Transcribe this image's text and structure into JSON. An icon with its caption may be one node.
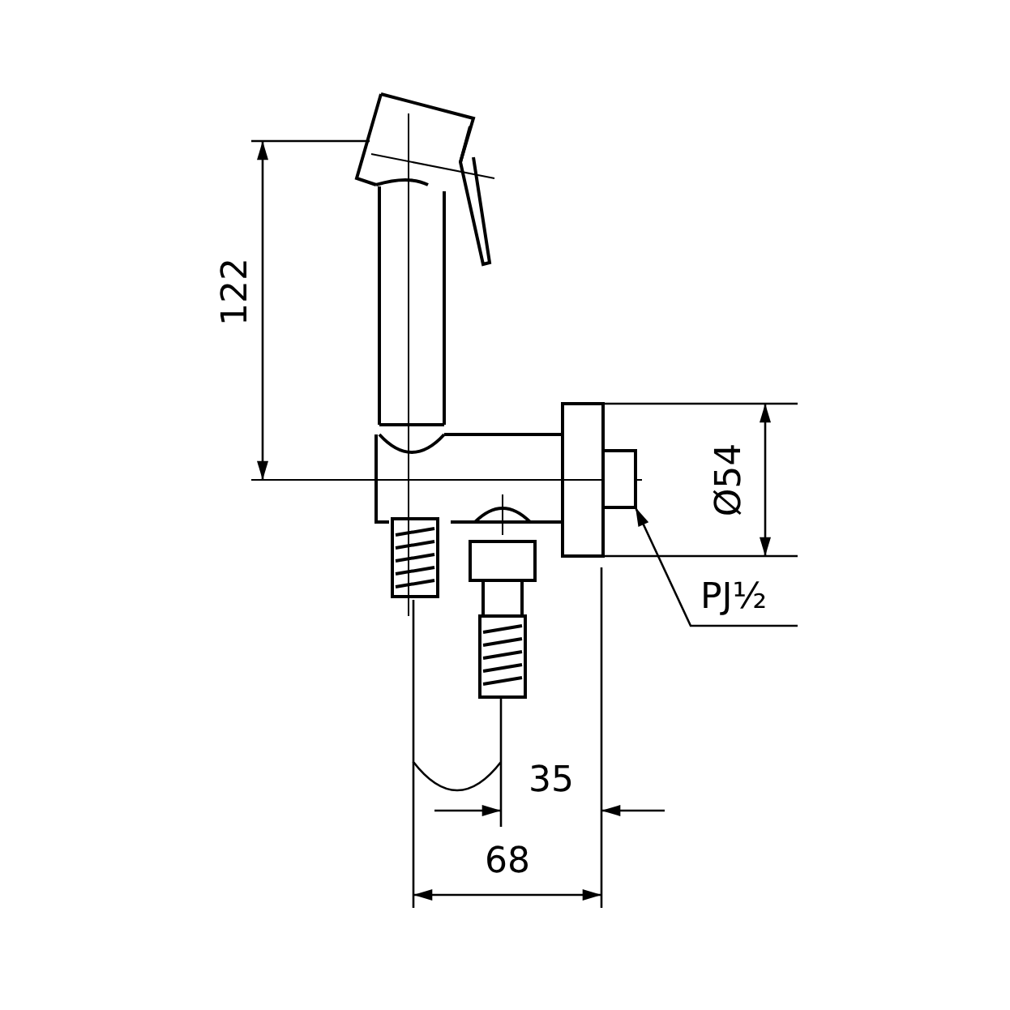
{
  "diagram": {
    "nodes": [
      {
        "text": [
          "PJ½"
        ]
      },
      {
        "text": [],
        "shape": "box"
      }
    ],
    "edges": [
      {
        "from": 0,
        "to": 1,
        "arrow": "to"
      }
    ],
    "labels": [
      "122",
      "Ø54",
      "35",
      "68"
    ]
  }
}
